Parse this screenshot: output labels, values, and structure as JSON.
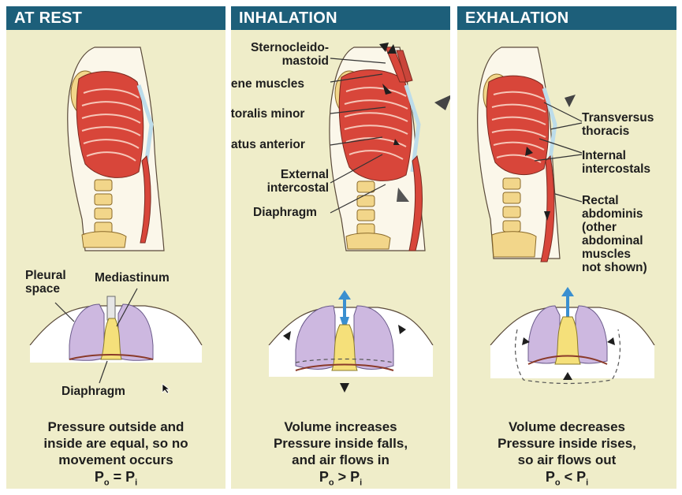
{
  "panels": [
    {
      "title": "AT REST",
      "labels": {
        "pleural_space_1": "Pleural",
        "pleural_space_2": "space",
        "mediastinum": "Mediastinum",
        "diaphragm": "Diaphragm"
      },
      "caption": [
        "Pressure outside and",
        "inside are equal, so no",
        "movement occurs"
      ],
      "equation": {
        "left": "P",
        "left_sub": "o",
        "op": " = ",
        "right": "P",
        "right_sub": "i"
      }
    },
    {
      "title": "INHALATION",
      "labels": {
        "sternocleido_1": "Sternocleido-",
        "sternocleido_2": "mastoid",
        "scalene": "Scalene muscles",
        "pectoralis": "Pectoralis minor",
        "serratus": "Serratus anterior",
        "external_1": "External",
        "external_2": "intercostal",
        "diaphragm": "Diaphragm"
      },
      "caption": [
        "Volume increases",
        "Pressure inside falls,",
        "and air flows in"
      ],
      "equation": {
        "left": "P",
        "left_sub": "o",
        "op": " > ",
        "right": "P",
        "right_sub": "i"
      }
    },
    {
      "title": "EXHALATION",
      "labels": {
        "transversus_1": "Transversus",
        "transversus_2": "thoracis",
        "internal_1": "Internal",
        "internal_2": "intercostals",
        "rectal_1": "Rectal",
        "rectal_2": "abdominis",
        "rectal_3": "(other",
        "rectal_4": "abdominal",
        "rectal_5": "muscles",
        "rectal_6": "not shown)"
      },
      "caption": [
        "Volume decreases",
        "Pressure inside rises,",
        "so air flows out"
      ],
      "equation": {
        "left": "P",
        "left_sub": "o",
        "op": " < ",
        "right": "P",
        "right_sub": "i"
      }
    }
  ],
  "colors": {
    "panel_bg": "#efedc9",
    "header_bg": "#1d5f7a",
    "muscle": "#d8463a",
    "bone": "#f2d68a",
    "lung": "#cdb8e0",
    "mediastinum": "#f5e07a",
    "airflow": "#3a8fd0"
  }
}
